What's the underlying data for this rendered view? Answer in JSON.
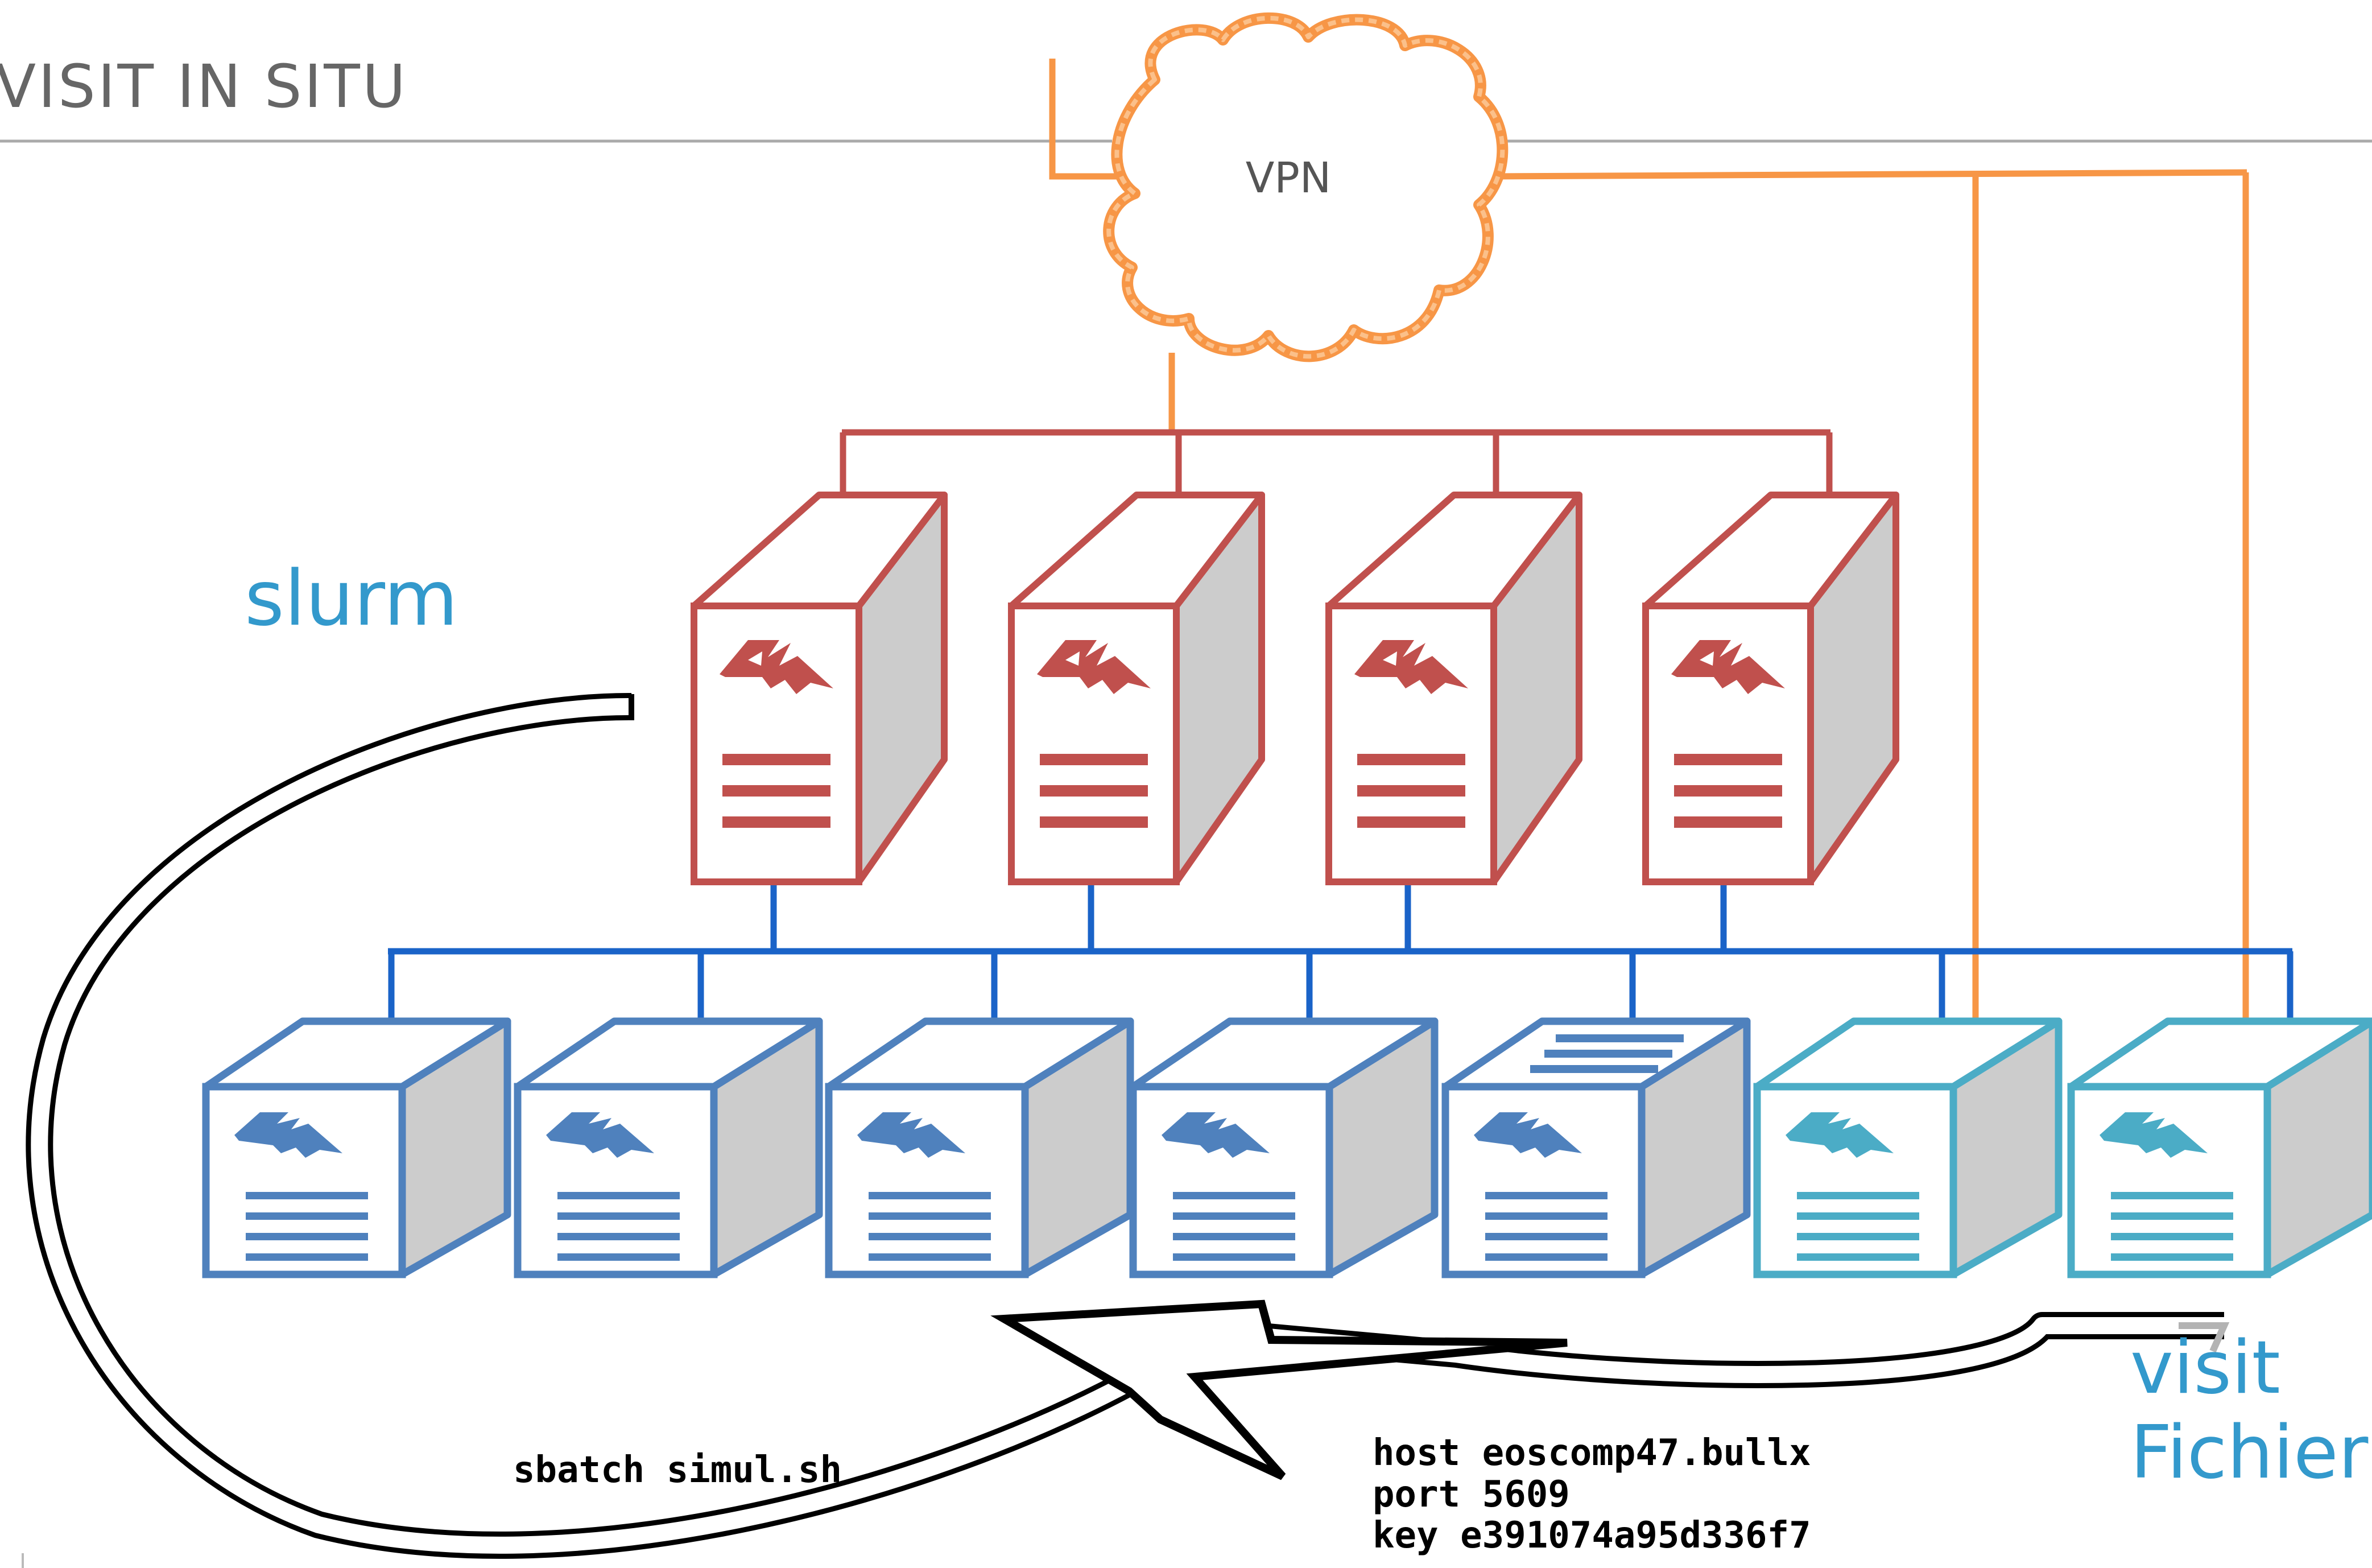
{
  "title": "VISIT IN SITU",
  "cloud_label": "VPN",
  "labels": {
    "slurm": "slurm",
    "visit": "visit",
    "fichier": "Fichier"
  },
  "command": "sbatch simul.sh",
  "connection_info": {
    "host": "host eoscomp47.bullx",
    "port": "port 5609",
    "key": "key e391074a95d336f7"
  },
  "colors": {
    "frontend_server": "#c0504d",
    "compute_node": "#4f81bd",
    "visit_node": "#4bacc6",
    "vpn_link": "#f79646",
    "interconnect": "#1a63c8",
    "label_blue": "#3399cc",
    "node_side_face": "#cccccc",
    "arrow": "#000000"
  },
  "icons": {
    "server": "server-icon",
    "bolt": "bolt-icon",
    "cloud": "cloud-icon",
    "arrow": "curved-arrow-icon"
  }
}
